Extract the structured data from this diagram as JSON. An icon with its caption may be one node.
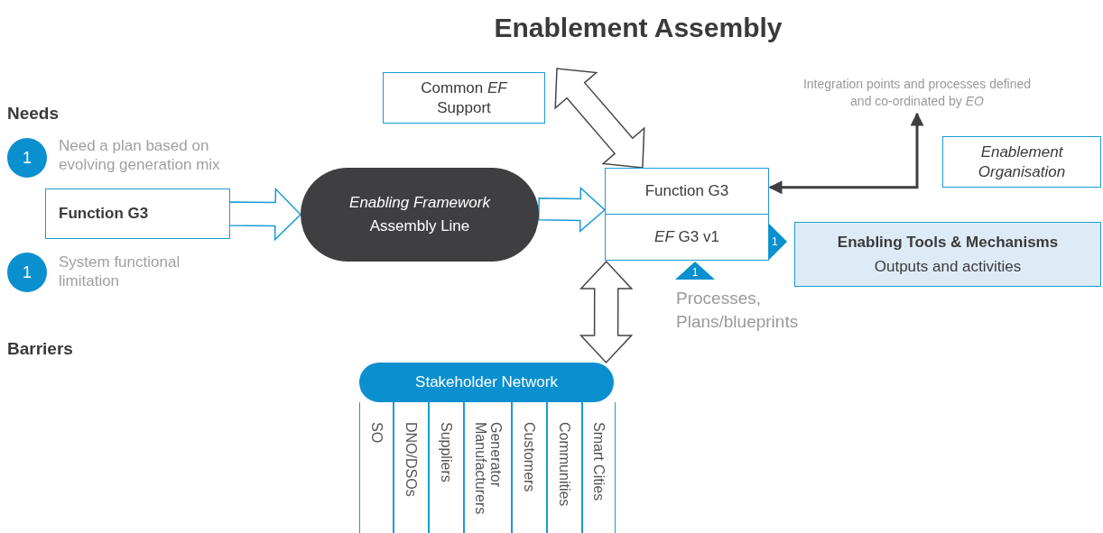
{
  "diagram": {
    "title": "Enablement Assembly",
    "nodes": [
      {
        "text": [
          "Common *EF* Support"
        ]
      },
      {
        "text": [
          "Integration points and processes defined and co-ordinated by *EO*"
        ]
      },
      {
        "text": [
          "Enablement Organisation"
        ]
      },
      {
        "text": [
          "1"
        ],
        "beside": [
          "Need a plan based on evolving generation mix"
        ]
      },
      {
        "text": [
          "Function G3"
        ]
      },
      {
        "text": [
          "*Enabling Framework* Assembly Line"
        ]
      },
      {
        "text": [
          "Function G3"
        ]
      },
      {
        "text": [
          "*EF* G3 v1"
        ]
      },
      {
        "text": [
          "1"
        ]
      },
      {
        "text": [
          "Enabling Tools & Mechanisms",
          "Outputs and activities"
        ]
      },
      {
        "text": [
          "1"
        ],
        "beside": [
          "System functional limitation"
        ]
      },
      {
        "text": [
          "1"
        ]
      },
      {
        "text": [
          "Stakeholder Network"
        ]
      },
      {
        "text": [
          "SO"
        ]
      },
      {
        "text": [
          "DNO/DSOs"
        ]
      },
      {
        "text": [
          "Suppliers"
        ]
      },
      {
        "text": [
          "Generator Manufacturers"
        ]
      },
      {
        "text": [
          "Customers"
        ]
      },
      {
        "text": [
          "Communities"
        ]
      },
      {
        "text": [
          "Smart Cities"
        ]
      }
    ],
    "edges": [
      {
        "from": 4,
        "to": 5,
        "arrow": "to",
        "style": "thick",
        "color": "#1a9ad6"
      },
      {
        "from": 5,
        "to": 6,
        "arrow": "to",
        "style": "thick",
        "color": "#1a9ad6"
      },
      {
        "from": 0,
        "to": 6,
        "arrow": "both",
        "style": "thick",
        "color": "#444444"
      },
      {
        "from": 1,
        "to": 6,
        "arrow": "both",
        "color": "#3f3f42"
      },
      {
        "from": 7,
        "to": 12,
        "arrow": "both",
        "style": "thick",
        "color": "#444444"
      }
    ],
    "labels": [
      "Needs",
      "Barriers",
      "Processes, Plans/blueprints"
    ]
  }
}
